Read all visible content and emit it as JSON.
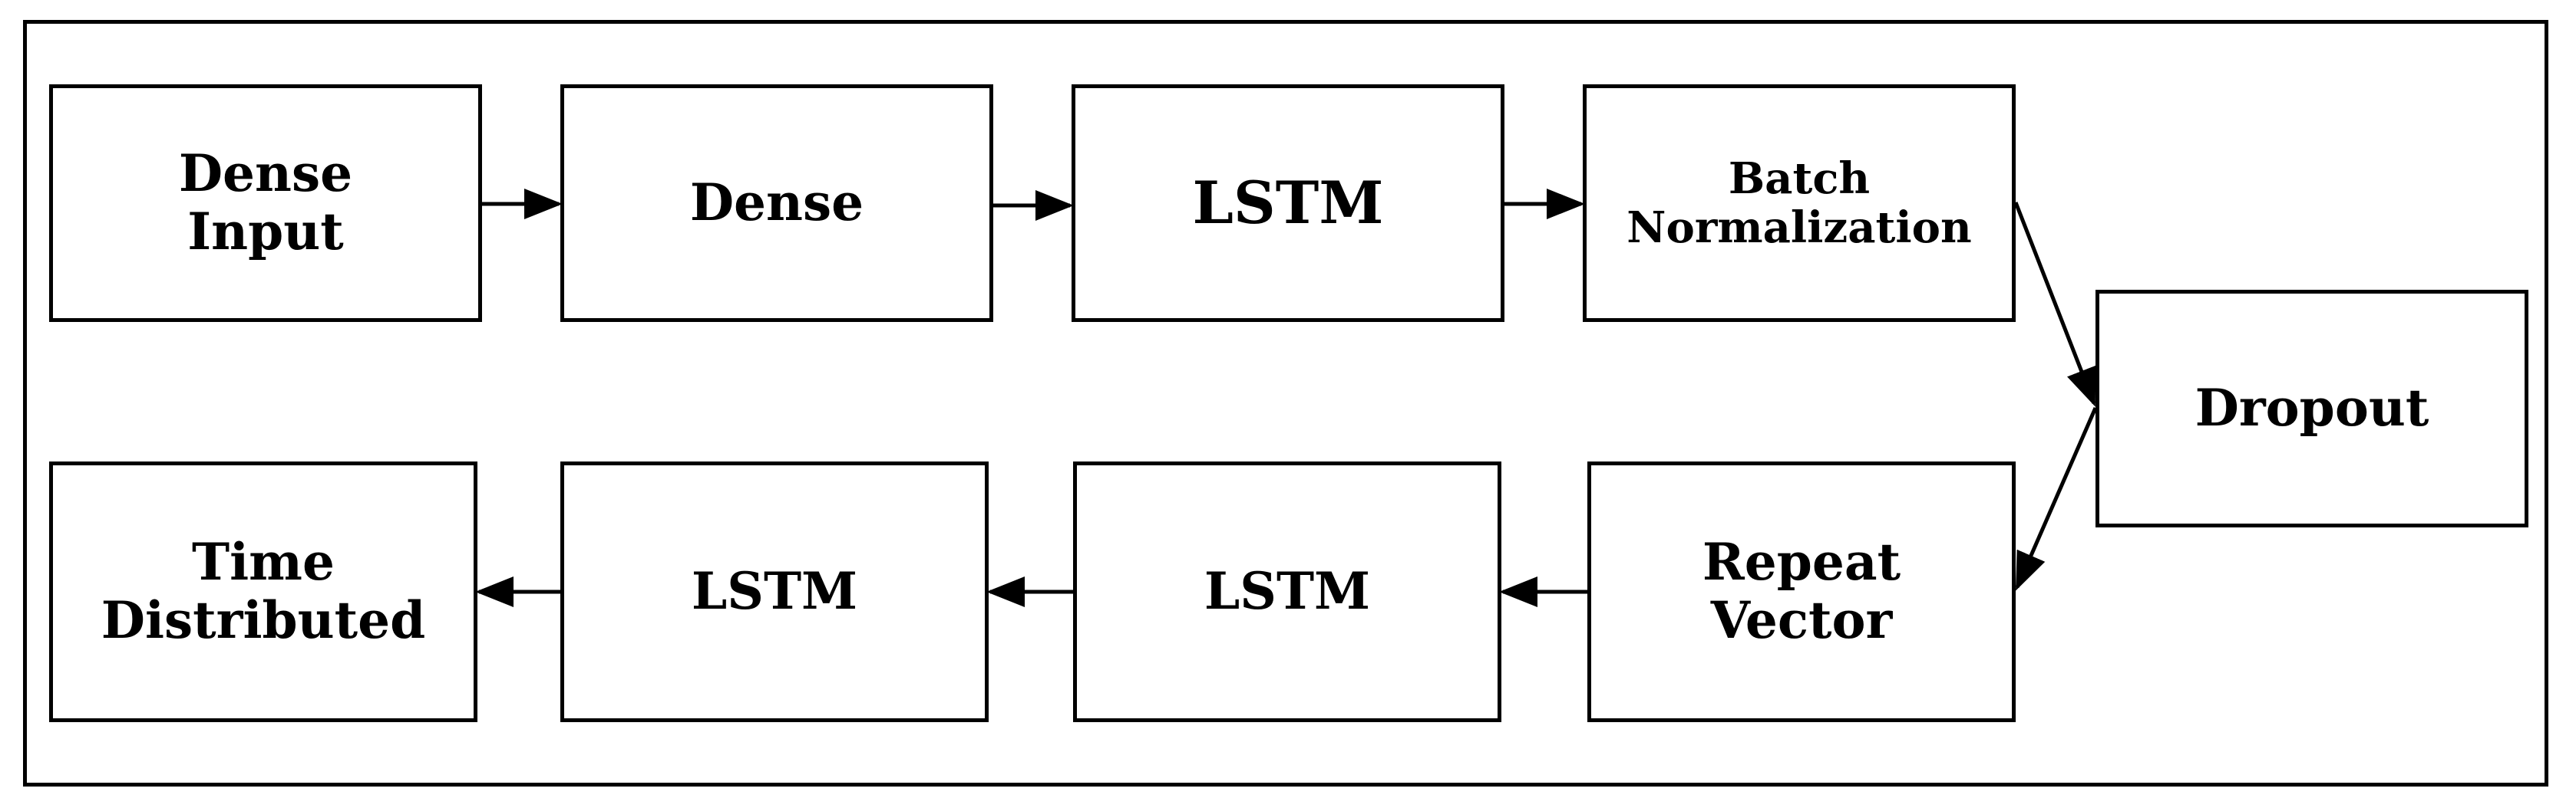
{
  "nodes": {
    "dense_input": "Dense\nInput",
    "dense": "Dense",
    "lstm_1": "LSTM",
    "batch_norm": "Batch\nNormalization",
    "dropout": "Dropout",
    "repeat_vector": "Repeat\nVector",
    "lstm_2": "LSTM",
    "lstm_3": "LSTM",
    "time_distributed": "Time\nDistributed"
  }
}
